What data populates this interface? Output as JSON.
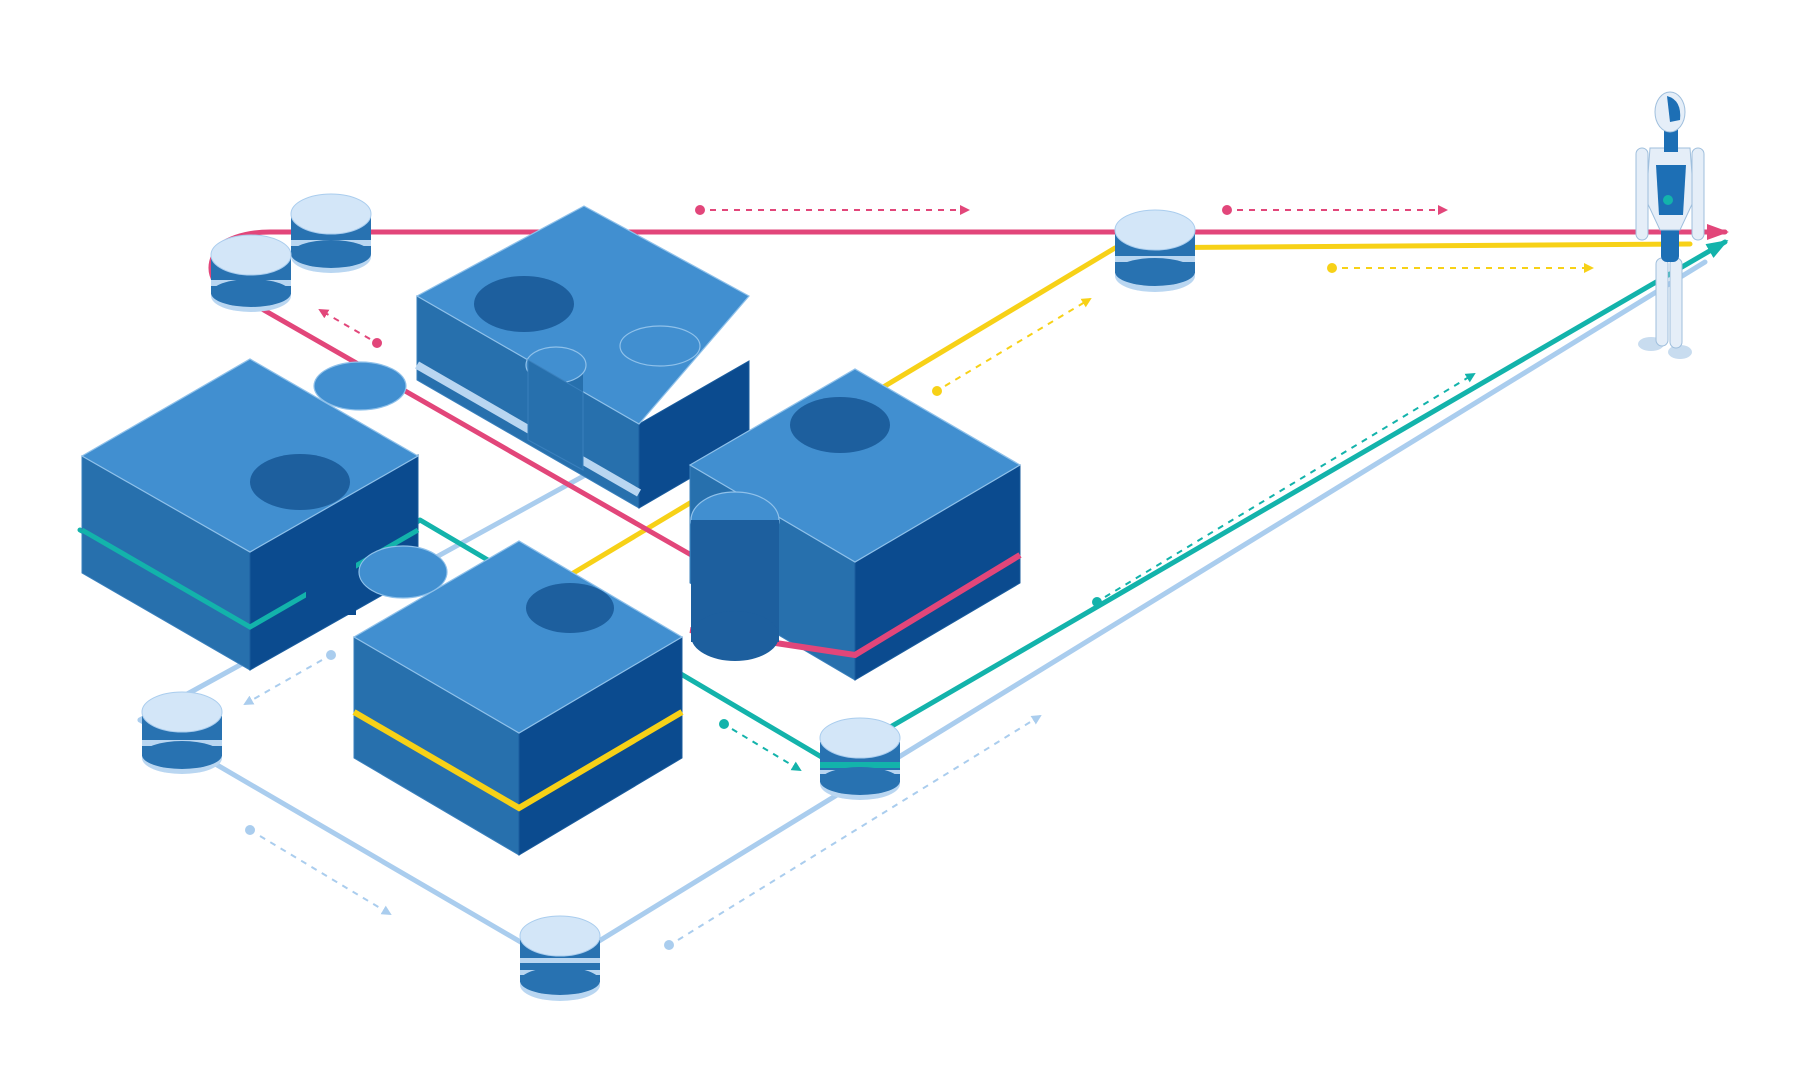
{
  "palette": {
    "background": "#ffffff",
    "piece_top": "#418fd0",
    "piece_left": "#2770ad",
    "piece_right": "#0b4b8f",
    "piece_edge": "#8fc1ea",
    "db_top": "#d3e6f8",
    "db_body": "#2872b1",
    "db_band": "#b9d6f1",
    "flow_pink": "#e2467a",
    "flow_yellow": "#f7d117",
    "flow_teal": "#13b3ab",
    "flow_lightblue": "#aacdee",
    "robot_body": "#e5eef8",
    "robot_accent": "#1d6fb5"
  },
  "nodes": [
    {
      "name": "database-node-top-left-back",
      "icon": "database-icon"
    },
    {
      "name": "database-node-top-left-front",
      "icon": "database-icon"
    },
    {
      "name": "database-node-top-center",
      "icon": "database-icon"
    },
    {
      "name": "database-node-left",
      "icon": "database-icon"
    },
    {
      "name": "database-node-center",
      "icon": "database-icon"
    },
    {
      "name": "database-node-bottom",
      "icon": "database-icon"
    }
  ],
  "pieces": [
    {
      "name": "puzzle-piece-left",
      "stripe": "teal"
    },
    {
      "name": "puzzle-piece-top",
      "stripe": "lightblue"
    },
    {
      "name": "puzzle-piece-right",
      "stripe": "pink"
    },
    {
      "name": "puzzle-piece-bottom",
      "stripe": "yellow"
    }
  ],
  "flows": [
    {
      "name": "pink-flow",
      "color": "pink"
    },
    {
      "name": "yellow-flow",
      "color": "yellow"
    },
    {
      "name": "teal-flow",
      "color": "teal"
    },
    {
      "name": "lightblue-flow",
      "color": "lightblue"
    }
  ],
  "figure": {
    "name": "robot-figure",
    "icon": "humanoid-robot-icon"
  }
}
